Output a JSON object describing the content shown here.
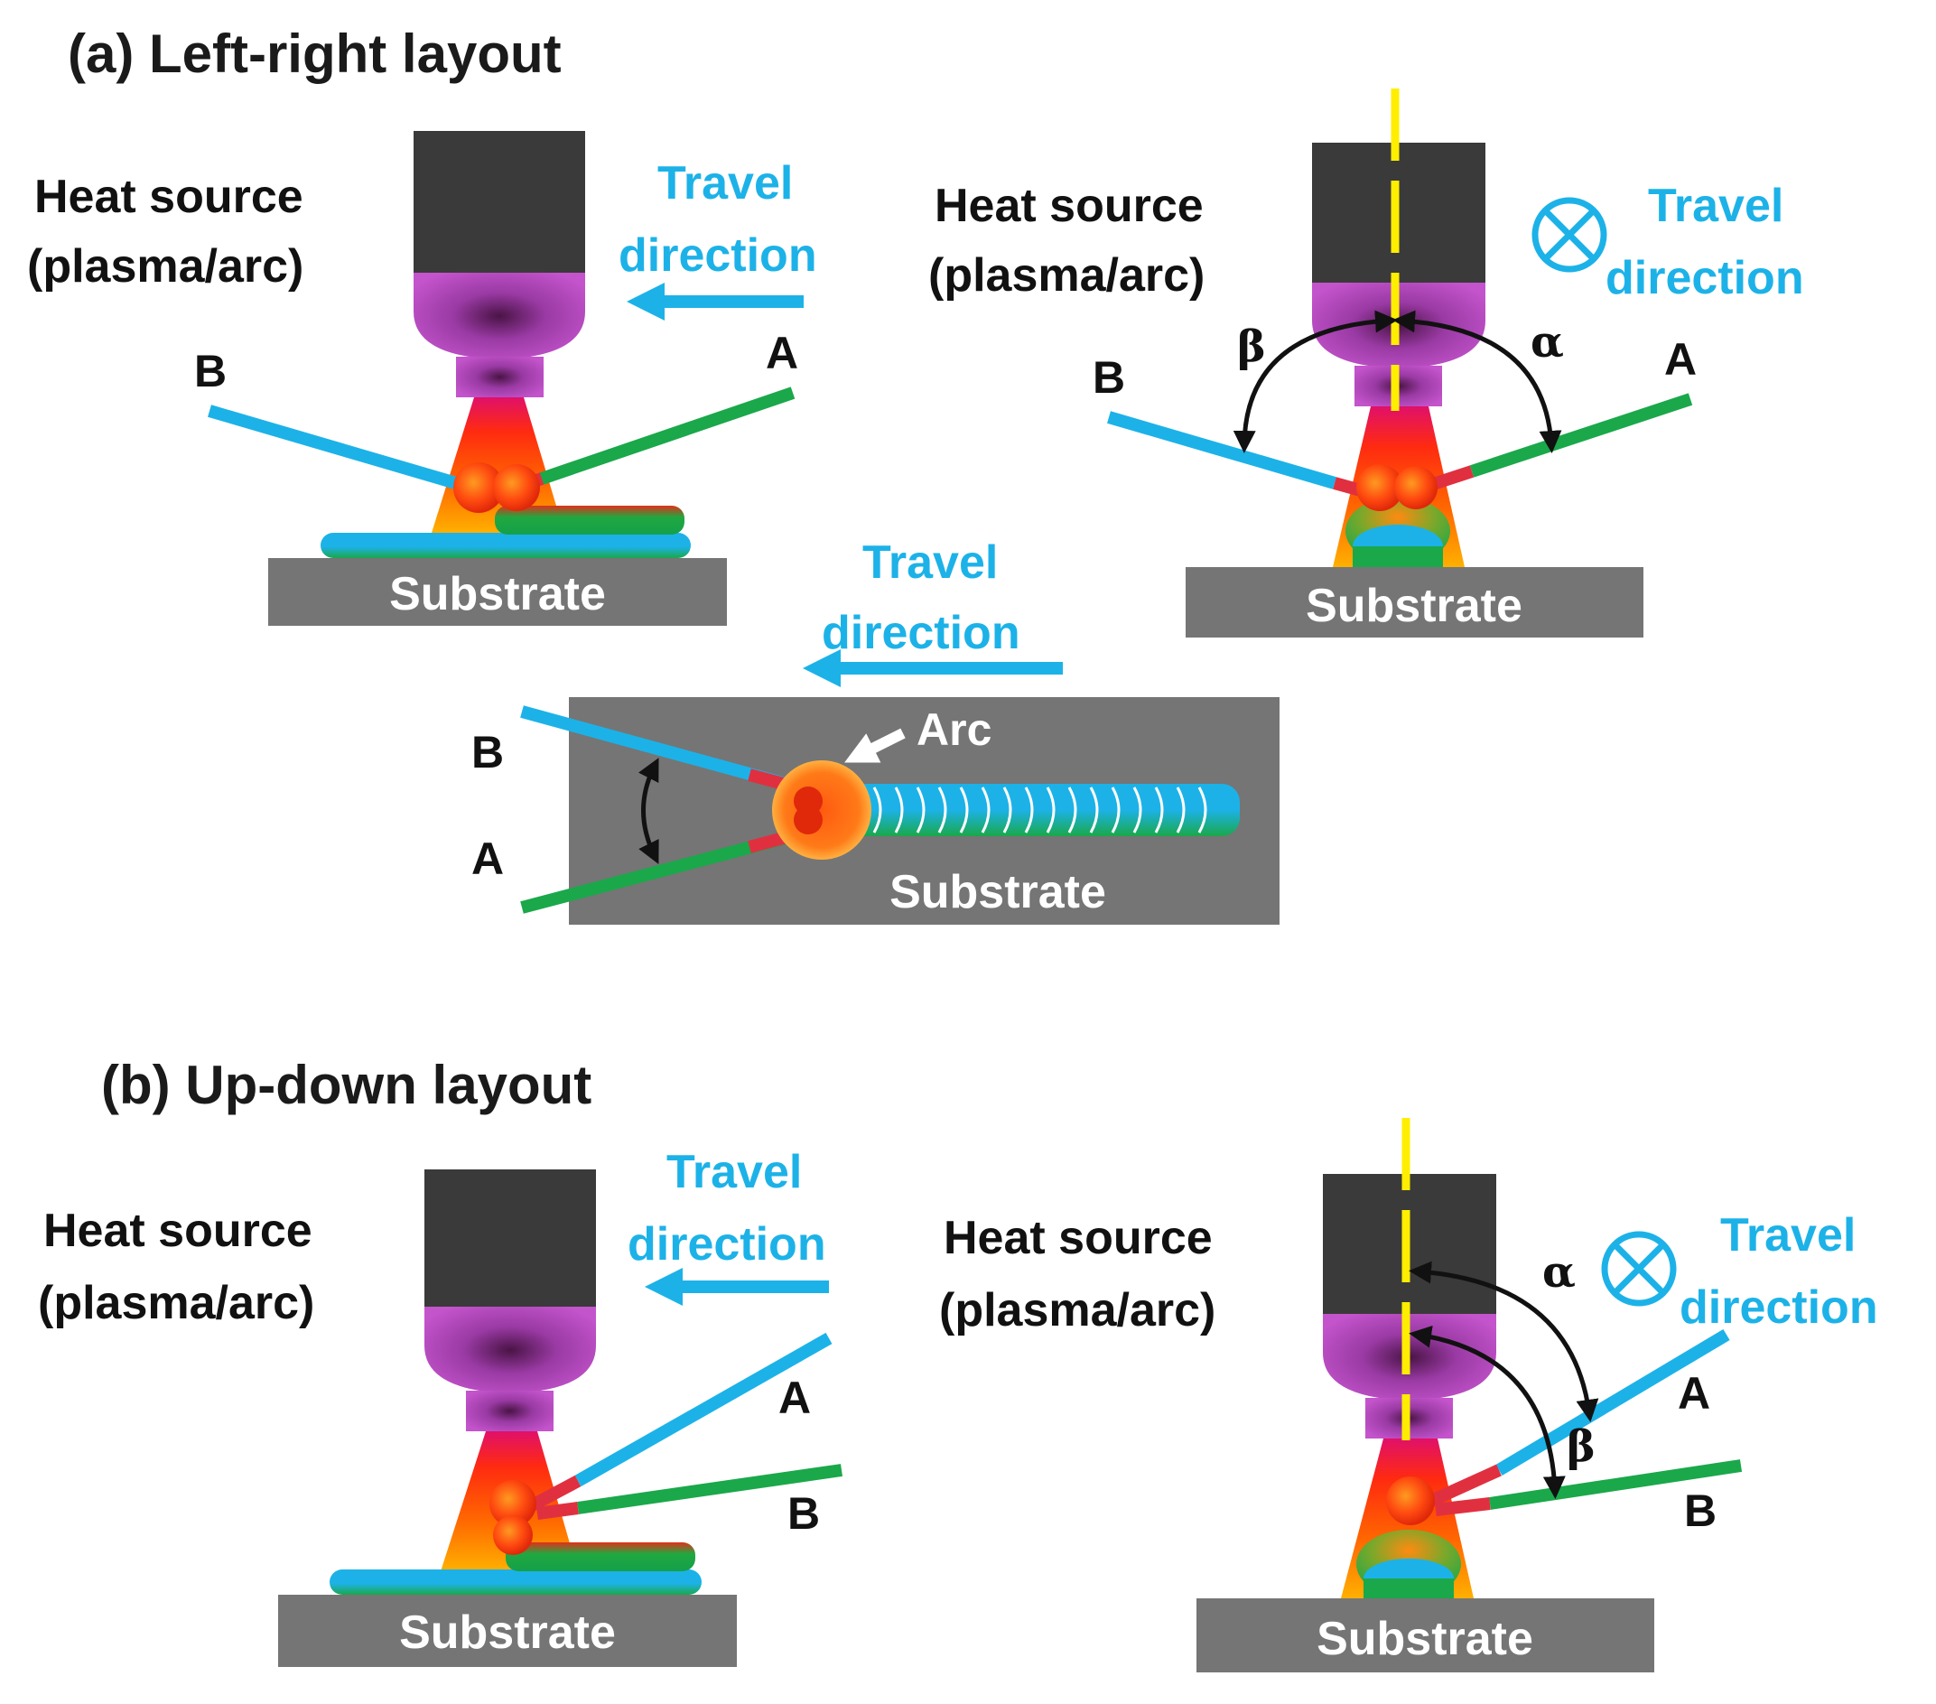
{
  "colors": {
    "wire_a_lr": "#1aa84a",
    "wire_b_lr": "#1cb2e8",
    "wire_a_ud": "#1cb2e8",
    "wire_b_ud": "#1aa84a",
    "travel_text": "#1cb2e8",
    "substrate": "#757575",
    "torch_body": "#3a3a3a",
    "nozzle": "#b040b8",
    "center_line": "#ffee00"
  },
  "panel_a": {
    "title": "(a) Left-right layout",
    "left": {
      "heat_line1": "Heat source",
      "heat_line2": "(plasma/arc)",
      "travel_line1": "Travel",
      "travel_line2": "direction",
      "label_a": "A",
      "label_b": "B",
      "substrate": "Substrate"
    },
    "right": {
      "heat_line1": "Heat source",
      "heat_line2": "(plasma/arc)",
      "travel_line1": "Travel",
      "travel_line2": "direction",
      "label_a": "A",
      "label_b": "B",
      "alpha": "α",
      "beta": "β",
      "substrate": "Substrate"
    },
    "top_view": {
      "travel_line1": "Travel",
      "travel_line2": "direction",
      "label_a": "A",
      "label_b": "B",
      "arc": "Arc",
      "substrate": "Substrate"
    }
  },
  "panel_b": {
    "title": "(b) Up-down layout",
    "left": {
      "heat_line1": "Heat source",
      "heat_line2": "(plasma/arc)",
      "travel_line1": "Travel",
      "travel_line2": "direction",
      "label_a": "A",
      "label_b": "B",
      "substrate": "Substrate"
    },
    "right": {
      "heat_line1": "Heat source",
      "heat_line2": "(plasma/arc)",
      "travel_line1": "Travel",
      "travel_line2": "direction",
      "label_a": "A",
      "label_b": "B",
      "alpha": "α",
      "beta": "β",
      "substrate": "Substrate"
    }
  },
  "icons": {
    "travel_arrow": "left-arrow-icon",
    "into_page": "circled-times-icon"
  }
}
